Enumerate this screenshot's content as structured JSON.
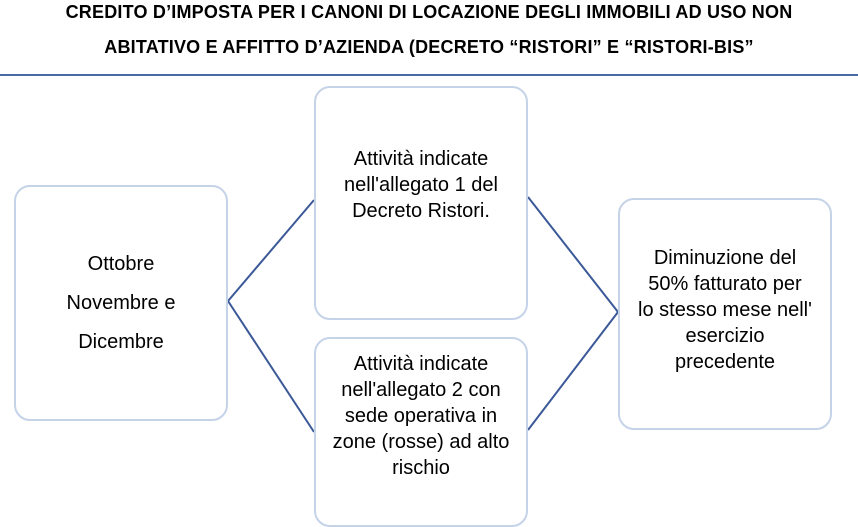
{
  "header": {
    "title_line_1": "CREDITO D’IMPOSTA PER I CANONI DI LOCAZIONE DEGLI IMMOBILI AD USO NON",
    "title_line_2": "ABITATIVO E AFFITTO D’AZIENDA (DECRETO “RISTORI” E “RISTORI-BIS”"
  },
  "diagram": {
    "period_box": "Ottobre\nNovembre e\nDicembre",
    "activity_box_1": "Attività indicate\nnell'allegato 1 del\nDecreto Ristori.",
    "activity_box_2": "Attività indicate\nnell'allegato 2  con\nsede operativa in\nzone (rosse) ad alto\nrischio",
    "condition_box": "Diminuzione del\n50% fatturato per\nlo stesso mese nell'\nesercizio\nprecedente"
  },
  "colors": {
    "rule": "#4a6aa5",
    "connector": "#3b5998",
    "box_border": "#c5d3e8"
  }
}
